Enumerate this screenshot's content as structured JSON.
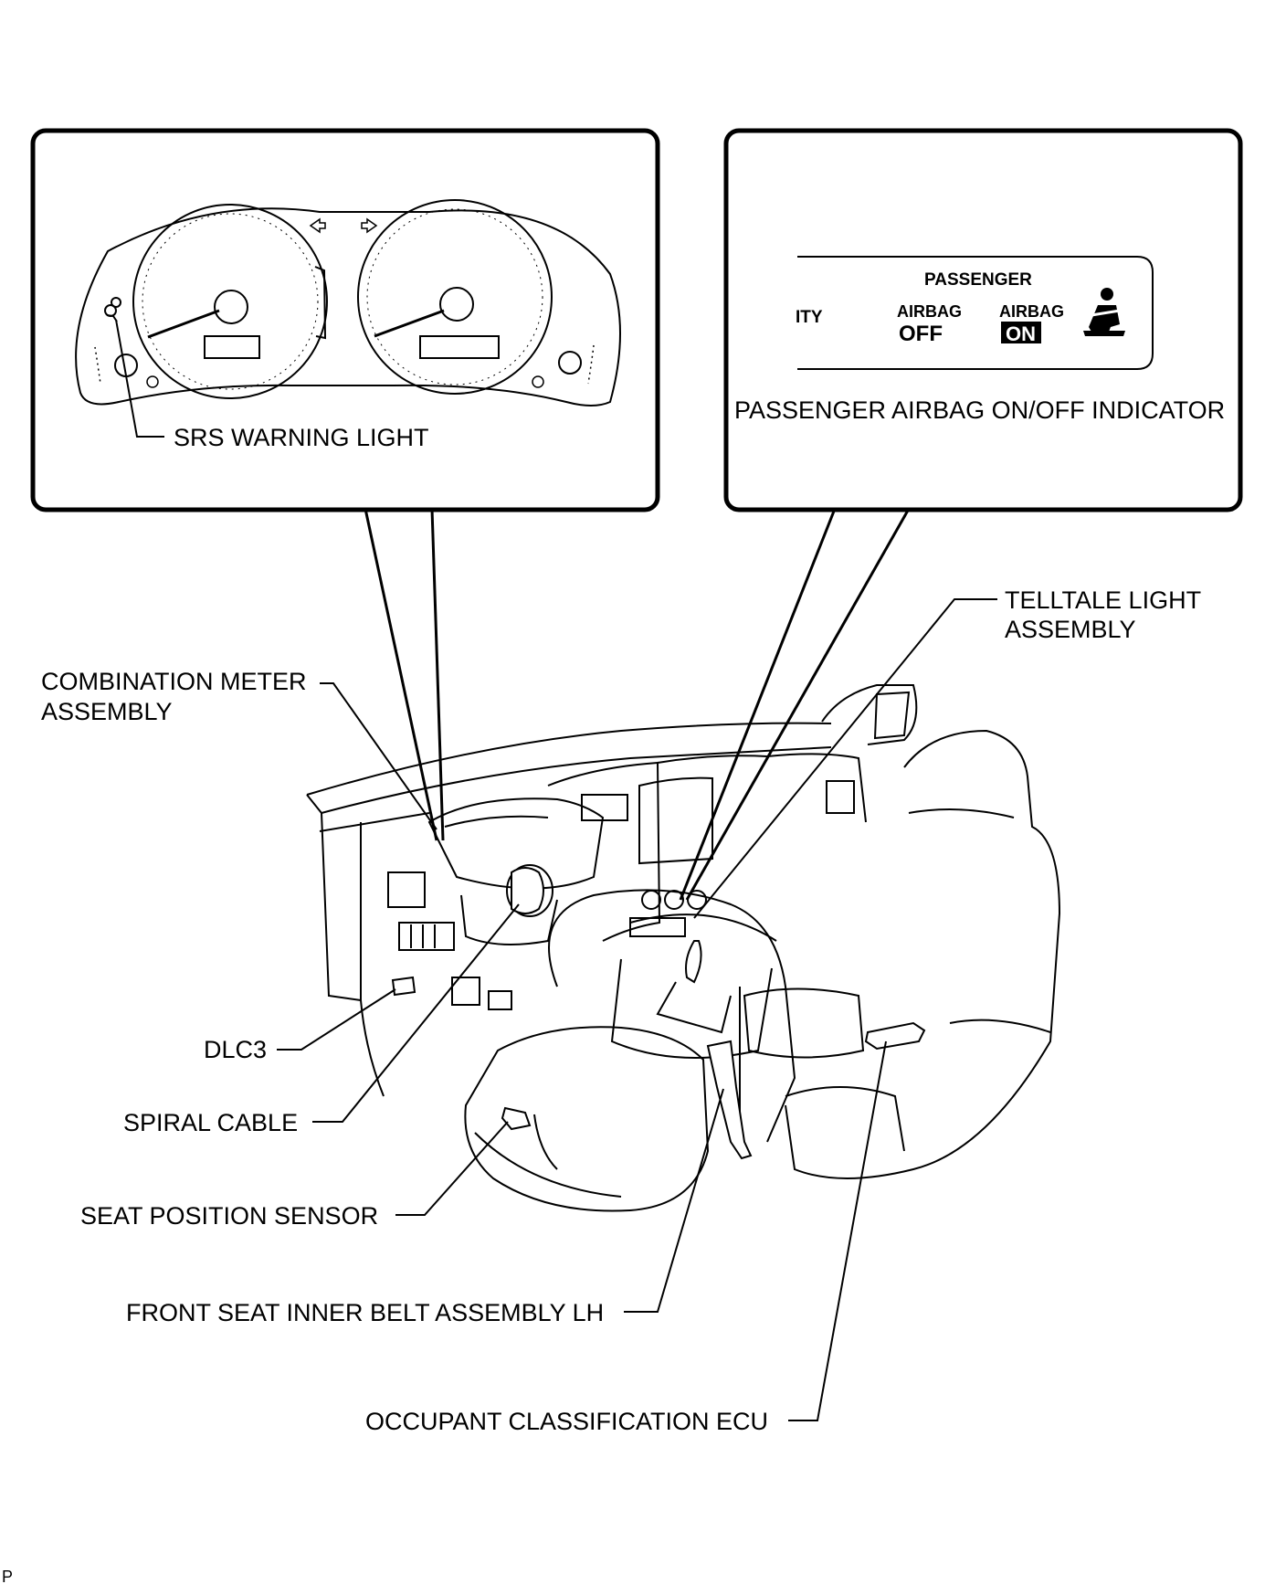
{
  "callouts": {
    "srs_warning_light": "SRS WARNING LIGHT",
    "passenger_airbag_indicator": "PASSENGER AIRBAG ON/OFF INDICATOR"
  },
  "indicator": {
    "partial_left": "ITY",
    "passenger": "PASSENGER",
    "airbag_off_top": "AIRBAG",
    "airbag_off_bottom": "OFF",
    "airbag_on_top": "AIRBAG",
    "airbag_on_bottom": "ON",
    "icon": "seatbelt-warning-icon"
  },
  "labels": {
    "telltale_line1": "TELLTALE LIGHT",
    "telltale_line2": "ASSEMBLY",
    "combination_line1": "COMBINATION METER",
    "combination_line2": "ASSEMBLY",
    "dlc3": "DLC3",
    "spiral_cable": "SPIRAL CABLE",
    "seat_position_sensor": "SEAT POSITION SENSOR",
    "front_seat_inner_belt": "FRONT SEAT INNER BELT ASSEMBLY LH",
    "occupant_classification_ecu": "OCCUPANT CLASSIFICATION ECU"
  },
  "corner_mark": "P"
}
